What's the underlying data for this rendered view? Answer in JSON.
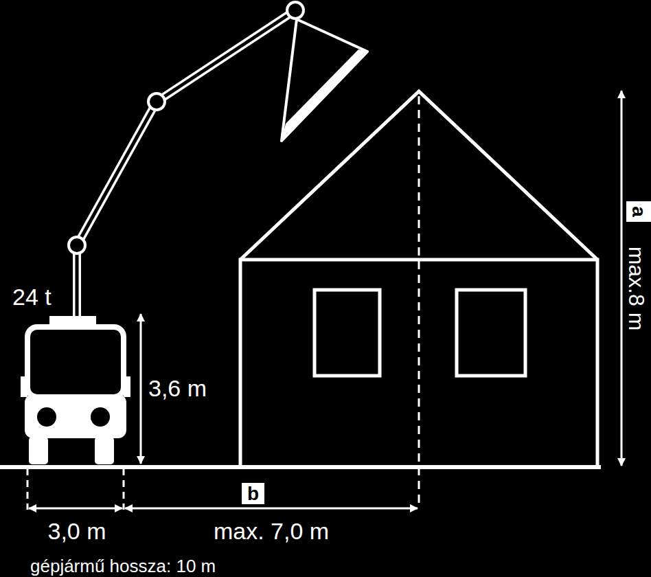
{
  "diagram": {
    "nodes": [
      {
        "text": [
          "a"
        ]
      },
      {
        "text": [
          "b"
        ]
      }
    ],
    "labels": [
      "24 t",
      "3,6 m",
      "max.8 m",
      "3,0 m",
      "max. 7,0 m",
      "gépjármű hossza: 10 m"
    ]
  }
}
